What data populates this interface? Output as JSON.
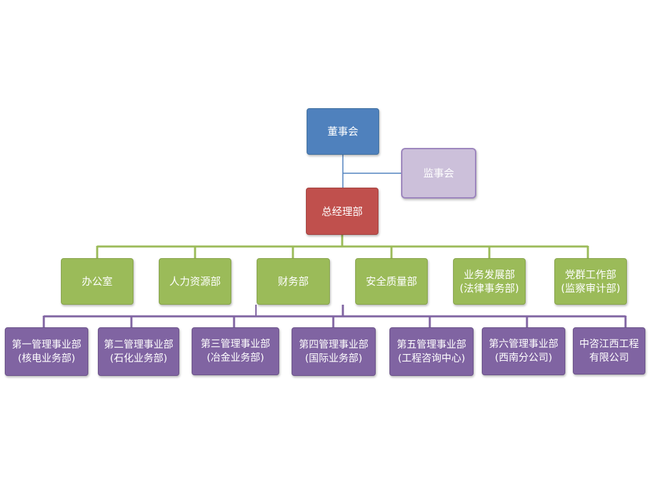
{
  "colors": {
    "top": "#4f81bd",
    "gm": "#c0504d",
    "supervisory": "#ccc0da",
    "departments": "#9bbb59",
    "divisions": "#8064a2",
    "connector_blue": "#4f81bd",
    "connector_green": "#9bbb59",
    "connector_purple": "#8064a2"
  },
  "board": "董事会",
  "supervisory_board": "监事会",
  "general_manager": "总经理部",
  "departments": [
    "办公室",
    "人力资源部",
    "财务部",
    "安全质量部",
    "业务发展部\n(法律事务部)",
    "党群工作部\n(监察审计部)"
  ],
  "divisions": [
    "第一管理事业部\n(核电业务部)",
    "第二管理事业部\n(石化业务部)",
    "第三管理事业部\n(冶金业务部)",
    "第四管理事业部\n(国际业务部)",
    "第五管理事业部\n(工程咨询中心)",
    "第六管理事业部\n(西南分公司)",
    "中咨江西工程\n有限公司"
  ]
}
